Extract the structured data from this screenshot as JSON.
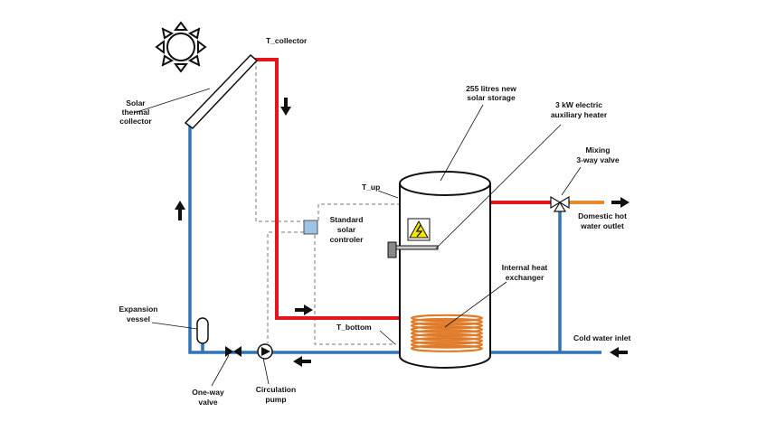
{
  "labels": {
    "sun": "",
    "t_collector": "T_collector",
    "collector": [
      "Solar",
      "thermal",
      "collector"
    ],
    "storage": [
      "255 litres new",
      "solar storage"
    ],
    "heater": [
      "3 kW electric",
      "auxiliary heater"
    ],
    "mixing_valve": [
      "Mixing",
      "3-way valve"
    ],
    "t_up": "T_up",
    "controller": [
      "Standard",
      "solar",
      "controler"
    ],
    "domestic_hot": [
      "Domestic hot",
      "water outlet"
    ],
    "heat_exchanger": [
      "Internal heat",
      "exchanger"
    ],
    "expansion": [
      "Expansion",
      "vessel"
    ],
    "t_bottom": "T_bottom",
    "cold_inlet": "Cold water inlet",
    "one_way_valve": [
      "One-way",
      "valve"
    ],
    "pump": [
      "Circulation",
      "pump"
    ]
  },
  "colors": {
    "hot_pipe": "#e8141b",
    "cold_pipe": "#2f74b5",
    "outlet_pipe": "#e88a2e",
    "coil": "#e07b2a",
    "controller_box": "#9dc3e6",
    "sun": "#ffffff",
    "warning": "#f5e400"
  },
  "icons": {
    "sun": "sun-icon",
    "warning": "high-voltage-icon",
    "pump": "pump-icon",
    "valve": "valve-icon"
  }
}
